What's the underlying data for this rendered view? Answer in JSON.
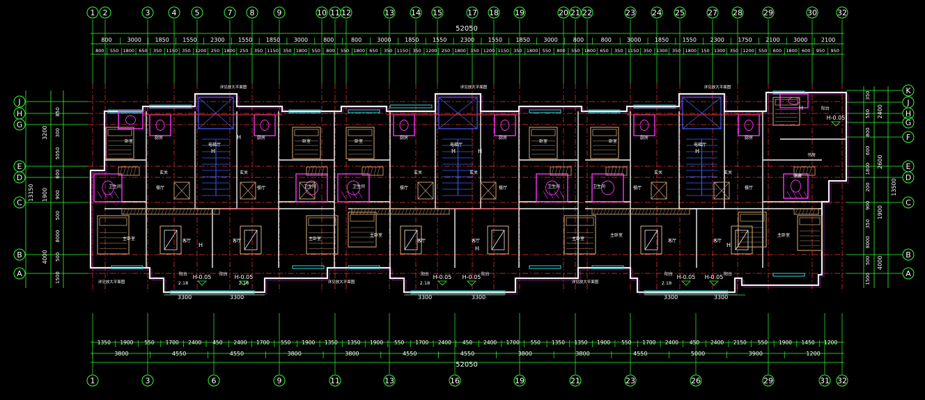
{
  "colors": {
    "background": "#000000",
    "dimension": "#33ff33",
    "wall": "#f2f2f2",
    "furniture": "#c8a070",
    "axis": "#ff3333",
    "stair": "#4060ff",
    "fixture": "#ff33ff",
    "window": "#33dddd",
    "label": "#ffffff"
  },
  "top_axes": [
    "1",
    "2",
    "3",
    "4",
    "5",
    "7",
    "8",
    "9",
    "10",
    "11",
    "12",
    "13",
    "14",
    "15",
    "17",
    "18",
    "19",
    "20",
    "21",
    "22",
    "23",
    "24",
    "25",
    "27",
    "28",
    "29",
    "30",
    "32"
  ],
  "bottom_axes": [
    "1",
    "3",
    "6",
    "9",
    "11",
    "13",
    "16",
    "19",
    "21",
    "23",
    "26",
    "29",
    "31",
    "32"
  ],
  "left_axes": [
    "J",
    "H",
    "G",
    "E",
    "D",
    "C",
    "B",
    "A"
  ],
  "right_axes": [
    "K",
    "J",
    "H",
    "G",
    "F",
    "E",
    "D",
    "C",
    "B",
    "A"
  ],
  "overall_width": "52050",
  "top_dims_row1": [
    "800",
    "3000",
    "1850",
    "1550",
    "2300",
    "1550",
    "1850",
    "3000",
    "800",
    "800",
    "3000",
    "1850",
    "1550",
    "2300",
    "1550",
    "1850",
    "3000",
    "800",
    "800",
    "3000",
    "1850",
    "1550",
    "2300",
    "1750",
    "2100",
    "3000",
    "2100"
  ],
  "top_dims_row2": [
    "800",
    "550",
    "1800",
    "650",
    "350",
    "1150",
    "350",
    "1200",
    "250",
    "1800",
    "250",
    "350",
    "1150",
    "350",
    "1800",
    "550",
    "800",
    "550",
    "1800",
    "650",
    "350",
    "1150",
    "350",
    "1200",
    "250",
    "1800",
    "350",
    "1200",
    "1150",
    "350",
    "1800",
    "550",
    "800",
    "550",
    "1800",
    "650",
    "350",
    "1150",
    "350",
    "1300",
    "350",
    "1800",
    "150",
    "1300",
    "350",
    "1200",
    "550",
    "600",
    "1800",
    "600",
    "950",
    "950"
  ],
  "bottom_dims_row1": [
    "1350",
    "1900",
    "550",
    "1700",
    "2400",
    "450",
    "2400",
    "1700",
    "550",
    "1900",
    "1350",
    "1350",
    "1900",
    "550",
    "1700",
    "2400",
    "450",
    "2400",
    "1700",
    "550",
    "1350",
    "1350",
    "1900",
    "550",
    "1700",
    "2400",
    "450",
    "2400",
    "2150",
    "550",
    "1900",
    "1450",
    "1200"
  ],
  "bottom_dims_row2": [
    "3800",
    "4550",
    "4550",
    "3800",
    "3800",
    "4550",
    "4550",
    "3800",
    "3800",
    "4550",
    "5000",
    "3900",
    "1200"
  ],
  "left_dims_outer": [
    "13150"
  ],
  "left_dims_mid": [
    "3200",
    "1900",
    "4000"
  ],
  "left_dims_inner": [
    "850",
    "300",
    "5050",
    "600",
    "900",
    "500",
    "8000",
    "500",
    "1500"
  ],
  "right_dims_outer": [
    "13500"
  ],
  "right_dims_mid": [
    "2400",
    "2600",
    "1900",
    "4000"
  ],
  "right_dims_inner": [
    "350",
    "550",
    "800",
    "600",
    "1800",
    "200",
    "900",
    "350",
    "8000",
    "500",
    "1500"
  ],
  "room_labels": {
    "bedroom": "卧室",
    "master": "主卧室",
    "kitchen": "厨房",
    "bath": "卫生间",
    "living": "客厅",
    "dining": "餐厅",
    "stair": "电梯厅",
    "balcony": "阳台",
    "foyer": "玄关",
    "study": "书房",
    "store": "储藏"
  },
  "elevation_labels": [
    "H-0.05",
    "H-0.05",
    "H-0.05",
    "H-0.05",
    "H-0.05",
    "H-0.05",
    "H-0.05"
  ],
  "sill_labels": [
    "2.18",
    "2.18",
    "2.18",
    "2.18"
  ],
  "width_labels": [
    "3300",
    "3300",
    "3300",
    "3300",
    "3300",
    "3300"
  ],
  "notes": [
    "详见放大平面图",
    "详见放大平面图",
    "详见放大平面图",
    "详见放大平面图",
    "详见放大平面图",
    "详见放大平面图"
  ],
  "h_marks": [
    "H",
    "H",
    "H",
    "H",
    "H",
    "H",
    "H",
    "H",
    "H"
  ]
}
